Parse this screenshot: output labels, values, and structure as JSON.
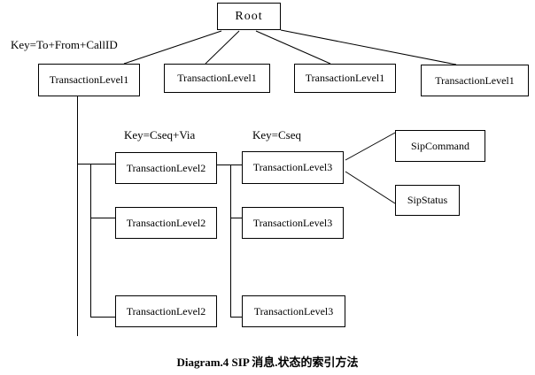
{
  "diagram": {
    "root_label": "Root",
    "key_labels": {
      "level1": "Key=To+From+CallID",
      "level2": "Key=Cseq+Via",
      "level3": "Key=Cseq"
    },
    "level1_nodes": [
      {
        "label": "TransactionLevel1"
      },
      {
        "label": "TransactionLevel1"
      },
      {
        "label": "TransactionLevel1"
      },
      {
        "label": "TransactionLevel1"
      }
    ],
    "level2_nodes": [
      {
        "label": "TransactionLevel2"
      },
      {
        "label": "TransactionLevel2"
      },
      {
        "label": "TransactionLevel2"
      }
    ],
    "level3_nodes": [
      {
        "label": "TransactionLevel3"
      },
      {
        "label": "TransactionLevel3"
      },
      {
        "label": "TransactionLevel3"
      }
    ],
    "leaf_nodes": [
      {
        "label": "SipCommand"
      },
      {
        "label": "SipStatus"
      }
    ],
    "caption": "Diagram.4 SIP 消息.状态的索引方法",
    "colors": {
      "background": "#ffffff",
      "line": "#000000"
    }
  }
}
